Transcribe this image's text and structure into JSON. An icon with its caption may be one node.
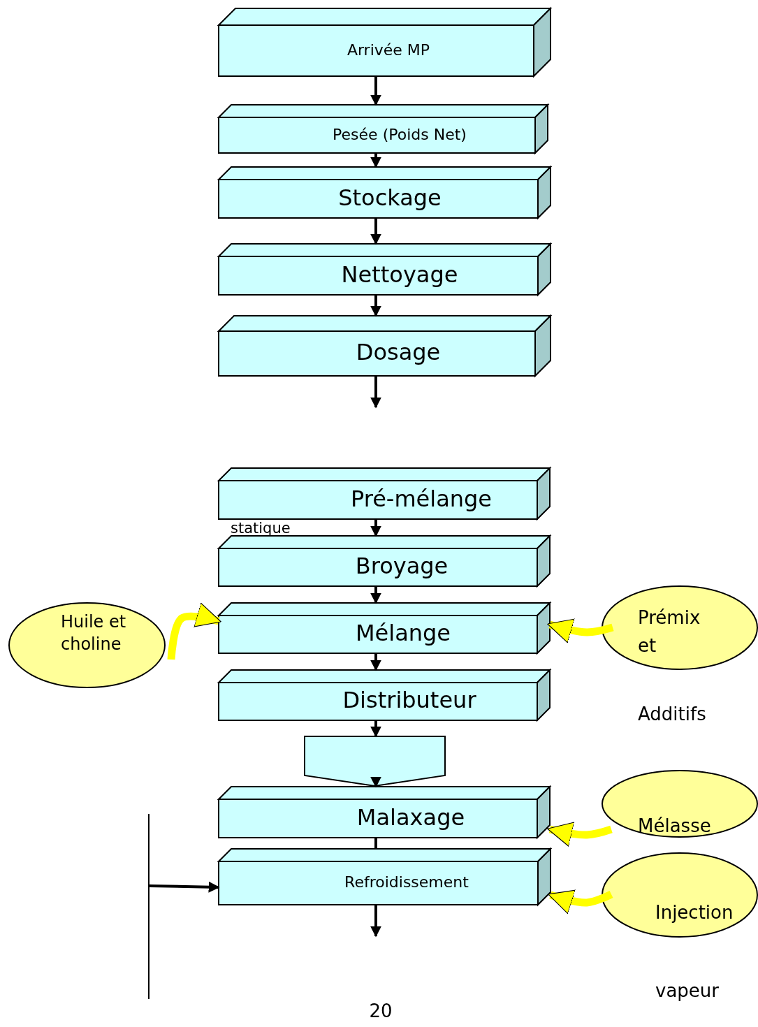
{
  "diagram": {
    "nodes": [
      {
        "text": [
          "Arrivée  MP"
        ]
      },
      {
        "text": [
          "Pesée (Poids Net)"
        ]
      },
      {
        "text": [
          "Stockage"
        ]
      },
      {
        "text": [
          "Nettoyage"
        ]
      },
      {
        "text": [
          "Dosage"
        ]
      },
      {
        "text": [
          "Pré-mélange"
        ]
      },
      {
        "text": [
          "Broyage"
        ]
      },
      {
        "text": [
          "Mélange"
        ]
      },
      {
        "text": [
          "Distributeur"
        ]
      },
      {
        "text": [],
        "shape": "pentagon"
      },
      {
        "text": [
          "Malaxage"
        ]
      },
      {
        "text": [
          "Refroidissement"
        ]
      },
      {
        "text": [
          "Huile et choline"
        ]
      },
      {
        "text": [
          "Prémix et"
        ],
        "beside": [
          "Additifs"
        ]
      },
      {
        "text": [
          "Mélasse"
        ]
      },
      {
        "text": [
          "Injection"
        ],
        "beside": [
          "vapeur"
        ]
      },
      {
        "text": [],
        "shape": "line"
      }
    ],
    "edges": [
      {
        "from": 0,
        "to": 1,
        "arrow": "to"
      },
      {
        "from": 1,
        "to": 2,
        "arrow": "to"
      },
      {
        "from": 2,
        "to": 3,
        "arrow": "to"
      },
      {
        "from": 3,
        "to": 4,
        "arrow": "to"
      },
      {
        "from": 4,
        "to": null,
        "arrow": "to"
      },
      {
        "from": 5,
        "to": 6,
        "arrow": "to"
      },
      {
        "from": 6,
        "to": 7,
        "arrow": "to"
      },
      {
        "from": 7,
        "to": 8,
        "arrow": "to"
      },
      {
        "from": 8,
        "to": 9,
        "arrow": "to"
      },
      {
        "from": 9,
        "to": 10,
        "arrow": "to"
      },
      {
        "from": 10,
        "to": 11,
        "arrow": "none"
      },
      {
        "from": 11,
        "to": null,
        "arrow": "to"
      },
      {
        "from": 12,
        "to": 7,
        "arrow": "to",
        "style": "thick",
        "color": "#ffff00"
      },
      {
        "from": 13,
        "to": 7,
        "arrow": "to",
        "style": "thick",
        "color": "#ffff00"
      },
      {
        "from": 14,
        "to": 10,
        "arrow": "to",
        "style": "thick",
        "color": "#ffff00"
      },
      {
        "from": 15,
        "to": 11,
        "arrow": "to",
        "style": "thick",
        "color": "#ffff00"
      },
      {
        "from": 16,
        "to": 11,
        "arrow": "to"
      }
    ],
    "labels": [
      "statique",
      "20"
    ]
  }
}
